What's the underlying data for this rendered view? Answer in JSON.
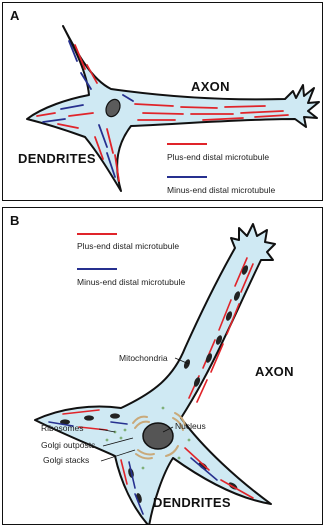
{
  "panel_a": {
    "label": "A",
    "axon_label": "AXON",
    "dendrites_label": "DENDRITES",
    "legend": {
      "plus": {
        "text": "Plus-end distal microtubule",
        "color": "#e0242a"
      },
      "minus": {
        "text": "Minus-end distal microtubule",
        "color": "#26308f"
      }
    }
  },
  "panel_b": {
    "label": "B",
    "axon_label": "AXON",
    "dendrites_label": "DENDRITES",
    "legend": {
      "plus": {
        "text": "Plus-end distal microtubule",
        "color": "#e0242a"
      },
      "minus": {
        "text": "Minus-end distal microtubule",
        "color": "#26308f"
      }
    },
    "annotations": {
      "mitochondria": "Mitochondria",
      "nucleus": "Nucleus",
      "ribosomes": "Ribosomes",
      "golgi_outposts": "Golgi outposts",
      "golgi_stacks": "Golgi stacks"
    }
  },
  "colors": {
    "cytoplasm": "#cfe9f3",
    "outline": "#111111",
    "nucleus": "#5b5b5b",
    "mitochondria": "#222222",
    "golgi": "#c9a97a",
    "ribosome": "#7fb07a"
  }
}
